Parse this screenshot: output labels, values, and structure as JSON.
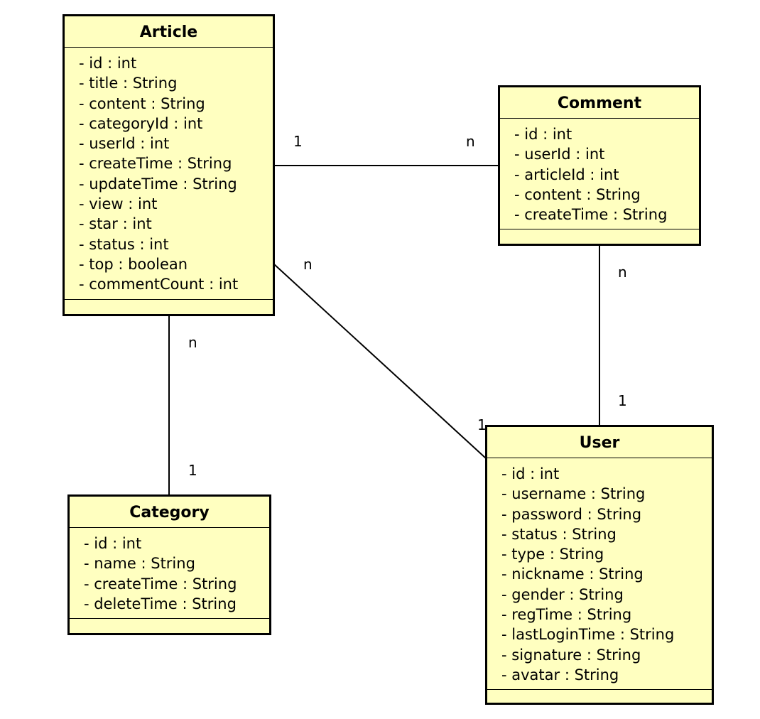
{
  "classes": {
    "article": {
      "name": "Article",
      "attributes": [
        "- id : int",
        "- title : String",
        "- content : String",
        "- categoryId : int",
        "- userId : int",
        "- createTime : String",
        "- updateTime : String",
        "- view : int",
        "- star : int",
        "- status : int",
        "- top : boolean",
        "- commentCount : int"
      ]
    },
    "comment": {
      "name": "Comment",
      "attributes": [
        "- id : int",
        "- userId : int",
        "- articleId : int",
        "- content : String",
        "- createTime : String"
      ]
    },
    "category": {
      "name": "Category",
      "attributes": [
        "- id : int",
        "- name : String",
        "- createTime : String",
        "- deleteTime : String"
      ]
    },
    "user": {
      "name": "User",
      "attributes": [
        "- id : int",
        "- username : String",
        "- password : String",
        "- status : String",
        "- type : String",
        "- nickname : String",
        "- gender : String",
        "- regTime : String",
        "- lastLoginTime : String",
        "- signature : String",
        "- avatar : String"
      ]
    }
  },
  "associations": [
    {
      "from": "Article",
      "to": "Comment",
      "from_mult": "1",
      "to_mult": "n"
    },
    {
      "from": "Article",
      "to": "Category",
      "from_mult": "n",
      "to_mult": "1"
    },
    {
      "from": "Article",
      "to": "User",
      "from_mult": "n",
      "to_mult": "1"
    },
    {
      "from": "Comment",
      "to": "User",
      "from_mult": "n",
      "to_mult": "1"
    }
  ]
}
